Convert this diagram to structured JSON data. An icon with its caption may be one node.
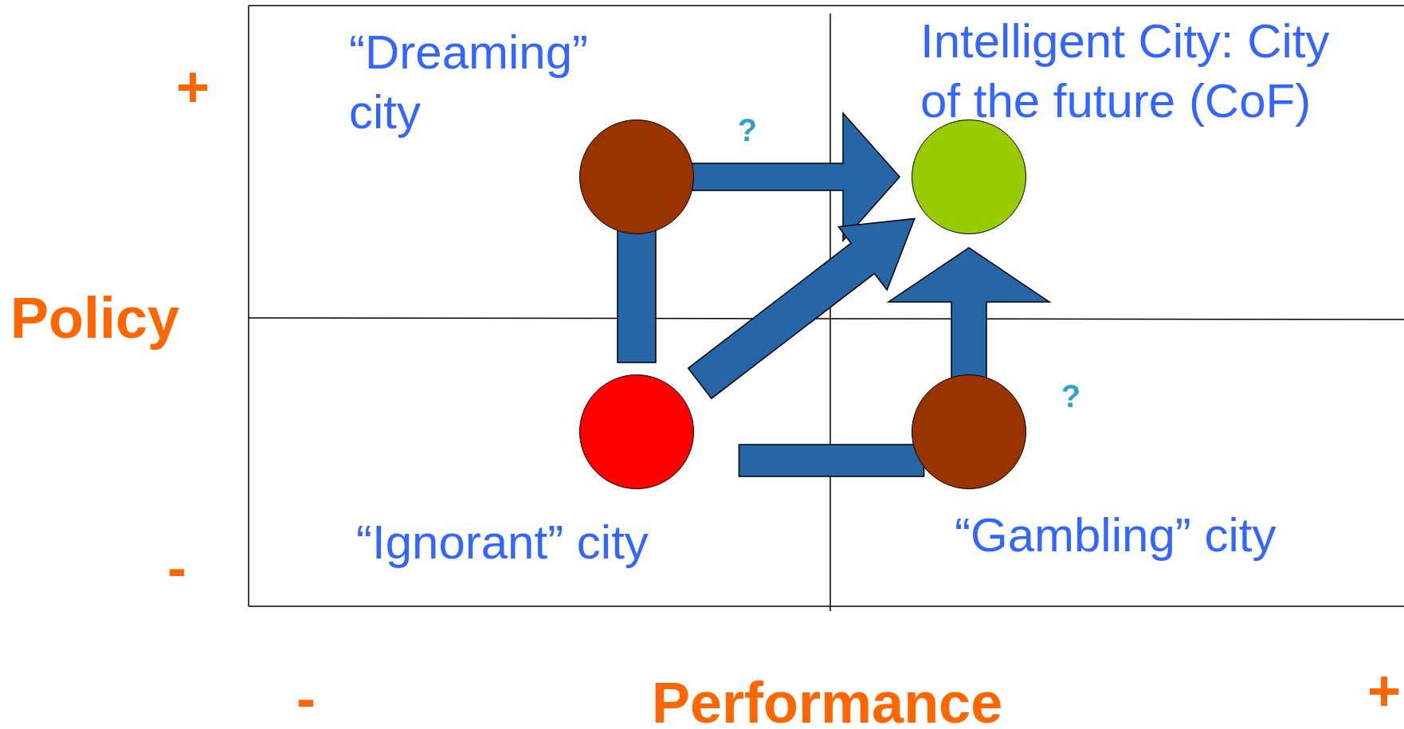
{
  "diagram": {
    "nodes": [
      {
        "text": [],
        "shape": "circle"
      },
      {
        "text": [],
        "shape": "circle"
      },
      {
        "text": [],
        "shape": "circle"
      },
      {
        "text": [],
        "shape": "circle"
      }
    ],
    "edges": [
      {
        "from": 0,
        "to": 1,
        "arrow": "to",
        "label": "?"
      },
      {
        "from": 0,
        "to": 2,
        "arrow": "none"
      },
      {
        "from": 2,
        "to": 1,
        "arrow": "to"
      },
      {
        "from": 3,
        "to": 1,
        "arrow": "to",
        "label": "?"
      },
      {
        "from": 3,
        "to": 2,
        "arrow": "none"
      }
    ],
    "labels": [
      "“Dreaming” city",
      "Intelligent City: City of the future (CoF)",
      "+",
      "Policy",
      "“Ignorant” city",
      "“Gambling” city",
      "-",
      "-",
      "Performance",
      "+"
    ]
  }
}
